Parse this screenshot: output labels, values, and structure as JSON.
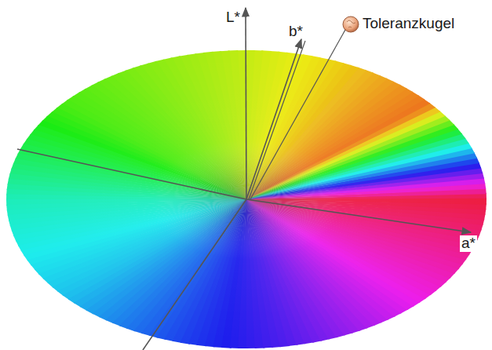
{
  "diagram": {
    "labels": [
      "L*",
      "b*",
      "Toleranzkugel",
      "a*"
    ]
  }
}
